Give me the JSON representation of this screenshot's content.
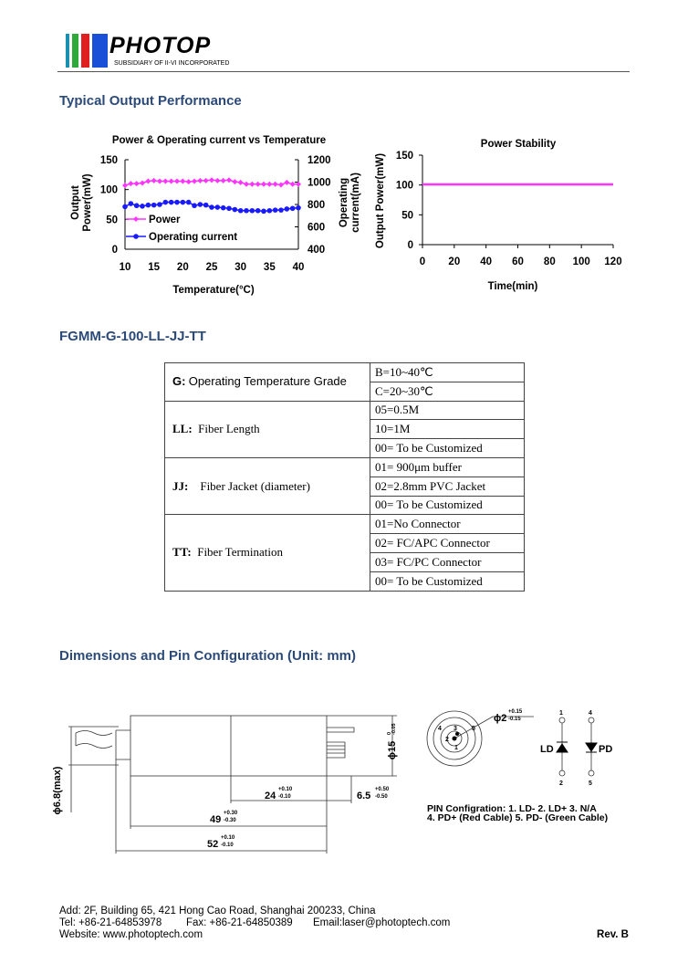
{
  "header": {
    "logo_text": "PHOTOP",
    "logo_subtitle": "SUBSIDIARY OF II-VI INCORPORATED",
    "logo_colors": [
      "#1a8fb0",
      "#2eaa3a",
      "#e02020",
      "#1a4fd8"
    ]
  },
  "sections": {
    "performance_title": "Typical Output Performance",
    "part_number": "FGMM-G-100-LL-JJ-TT",
    "dimensions_title": "Dimensions and Pin Configuration (Unit: mm)"
  },
  "chart_data": [
    {
      "type": "line",
      "title": "Power & Operating current vs Temperature",
      "xlabel": "Temperature(°C)",
      "ylabel": "Output Power(mW)",
      "ylabel_lines": [
        "Output",
        "Power(mW)"
      ],
      "y2label_lines": [
        "Operating",
        "current(mA)"
      ],
      "xlim": [
        10,
        40
      ],
      "ylim": [
        0,
        150
      ],
      "y2lim": [
        400,
        1200
      ],
      "xticks": [
        "10",
        "15",
        "20",
        "25",
        "30",
        "35",
        "40"
      ],
      "yticks": [
        "0",
        "50",
        "100",
        "150"
      ],
      "y2ticks": [
        "400",
        "600",
        "800",
        "1000",
        "1200"
      ],
      "legend_position": "bottom-left",
      "x": [
        10,
        11,
        12,
        13,
        14,
        15,
        16,
        17,
        18,
        19,
        20,
        21,
        22,
        23,
        24,
        25,
        26,
        27,
        28,
        29,
        30,
        31,
        32,
        33,
        34,
        35,
        36,
        37,
        38,
        39,
        40
      ],
      "series": [
        {
          "name": "Power",
          "axis": "left",
          "color": "#ff33ff",
          "values": [
            107,
            110,
            110,
            111,
            114,
            115,
            114,
            114,
            114,
            114,
            114,
            113,
            114,
            115,
            115,
            116,
            115,
            115,
            116,
            113,
            112,
            109,
            109,
            109,
            109,
            109,
            109,
            108,
            112,
            109,
            109
          ]
        },
        {
          "name": "Operating current",
          "axis": "right",
          "color": "#1a1aff",
          "values": [
            780,
            808,
            790,
            785,
            795,
            795,
            800,
            820,
            820,
            820,
            820,
            820,
            790,
            800,
            795,
            775,
            775,
            770,
            765,
            755,
            745,
            745,
            745,
            745,
            740,
            745,
            750,
            750,
            760,
            765,
            770
          ]
        }
      ]
    },
    {
      "type": "line",
      "title": "Power Stability",
      "xlabel": "Time(min)",
      "ylabel": "Output Power(mW)",
      "xlim": [
        0,
        120
      ],
      "ylim": [
        0,
        150
      ],
      "xticks": [
        "0",
        "20",
        "40",
        "60",
        "80",
        "100",
        "120"
      ],
      "yticks": [
        "0",
        "50",
        "100",
        "150"
      ],
      "series": [
        {
          "name": "Power",
          "color": "#ff33ff",
          "x": [
            0,
            120
          ],
          "values": [
            101,
            101
          ]
        }
      ]
    }
  ],
  "table": {
    "rows": [
      {
        "code": "G:",
        "label": "Operating Temperature Grade",
        "options": [
          "B=10~40℃",
          "C=20~30℃"
        ]
      },
      {
        "code": "LL:",
        "label": "Fiber Length",
        "options": [
          "05=0.5M",
          "10=1M",
          "00= To be Customized"
        ]
      },
      {
        "code": "JJ:",
        "label": "Fiber Jacket (diameter)",
        "options": [
          "01= 900μm buffer",
          "02=2.8mm PVC Jacket",
          "00= To be Customized"
        ]
      },
      {
        "code": "TT:",
        "label": "Fiber Termination",
        "options": [
          "01=No Connector",
          "02= FC/APC Connector",
          "03= FC/PC Connector",
          "00= To be Customized"
        ]
      }
    ]
  },
  "diagram": {
    "cable_dia": "ϕ6.8(max)",
    "body_dia": "ϕ15",
    "body_dia_tol": [
      "0",
      "-0.05"
    ],
    "dim_24": "24",
    "dim_24_tol": [
      "+0.10",
      "-0.10"
    ],
    "dim_65": "6.5",
    "dim_65_tol": [
      "+0.50",
      "-0.50"
    ],
    "dim_49": "49",
    "dim_49_tol": [
      "+0.30",
      "-0.30"
    ],
    "dim_52": "52",
    "dim_52_tol": [
      "+0.10",
      "-0.10"
    ],
    "pin_dia": "ϕ2",
    "pin_dia_tol": [
      "+0.15",
      "-0.15"
    ],
    "pins": [
      "1",
      "2",
      "3",
      "4",
      "5"
    ],
    "ld": "LD",
    "pd": "PD",
    "pin_config_line1": "PIN Configration: 1. LD-  2. LD+  3. N/A",
    "pin_config_line2": "4. PD+ (Red Cable)  5. PD- (Green Cable)"
  },
  "footer": {
    "address": "Add: 2F, Building 65, 421 Hong Cao Road, Shanghai 200233, China",
    "tel": "Tel: +86-21-64853978",
    "fax": "Fax: +86-21-64850389",
    "email": "Email:laser@photoptech.com",
    "website": "Website: www.photoptech.com",
    "rev": "Rev. B"
  }
}
